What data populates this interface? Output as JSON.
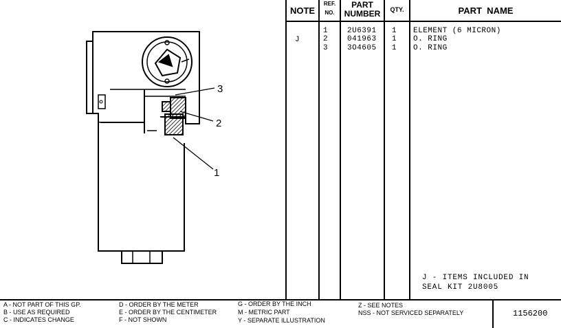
{
  "headers": {
    "note": "NOTE",
    "ref_no_1": "REF.",
    "ref_no_2": "NO.",
    "part_number_1": "PART",
    "part_number_2": "NUMBER",
    "qty": "QTY.",
    "part_name": "PART  NAME"
  },
  "rows": [
    {
      "note": "J",
      "ref": "1",
      "part_number": "2U6391",
      "qty": "1",
      "name": "ELEMENT (6 MICRON)"
    },
    {
      "note": "",
      "ref": "2",
      "part_number": "041963",
      "qty": "1",
      "name": "O. RING"
    },
    {
      "note": "",
      "ref": "3",
      "part_number": "3O4605",
      "qty": "1",
      "name": "O. RING"
    }
  ],
  "kit_note": {
    "line1": "J - ITEMS INCLUDED IN",
    "line2": "SEAL KIT 2U8005"
  },
  "callouts": [
    "1",
    "2",
    "3"
  ],
  "legend": {
    "col1": [
      "A - NOT PART OF THIS GP.",
      "B - USE AS REQUIRED",
      "C - INDICATES CHANGE"
    ],
    "col2": [
      "D - ORDER BY THE METER",
      "E - ORDER BY THE CENTIMETER",
      "F - NOT SHOWN"
    ],
    "col3": [
      "G - ORDER BY THE INCH",
      "M - METRIC PART",
      "Y - SEPARATE ILLUSTRATION"
    ],
    "col4": [
      "Z - SEE NOTES",
      "NSS - NOT SERVICED SEPARATELY"
    ]
  },
  "page_number": "1156200"
}
